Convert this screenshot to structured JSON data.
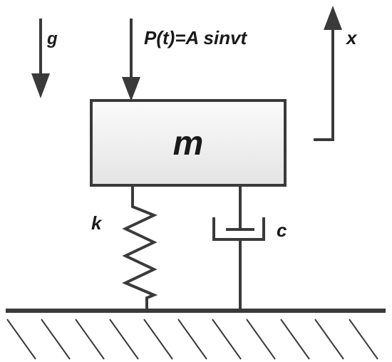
{
  "labels": {
    "gravity": "g",
    "force": "P(t)=A sinvt",
    "displacement": "x",
    "mass": "m",
    "spring": "k",
    "damper": "c"
  },
  "colors": {
    "line": "#3a3a3a",
    "mass_fill_top": "#fbfbfb",
    "mass_fill_bottom": "#e6e6e6",
    "text": "#1a1a1a"
  }
}
